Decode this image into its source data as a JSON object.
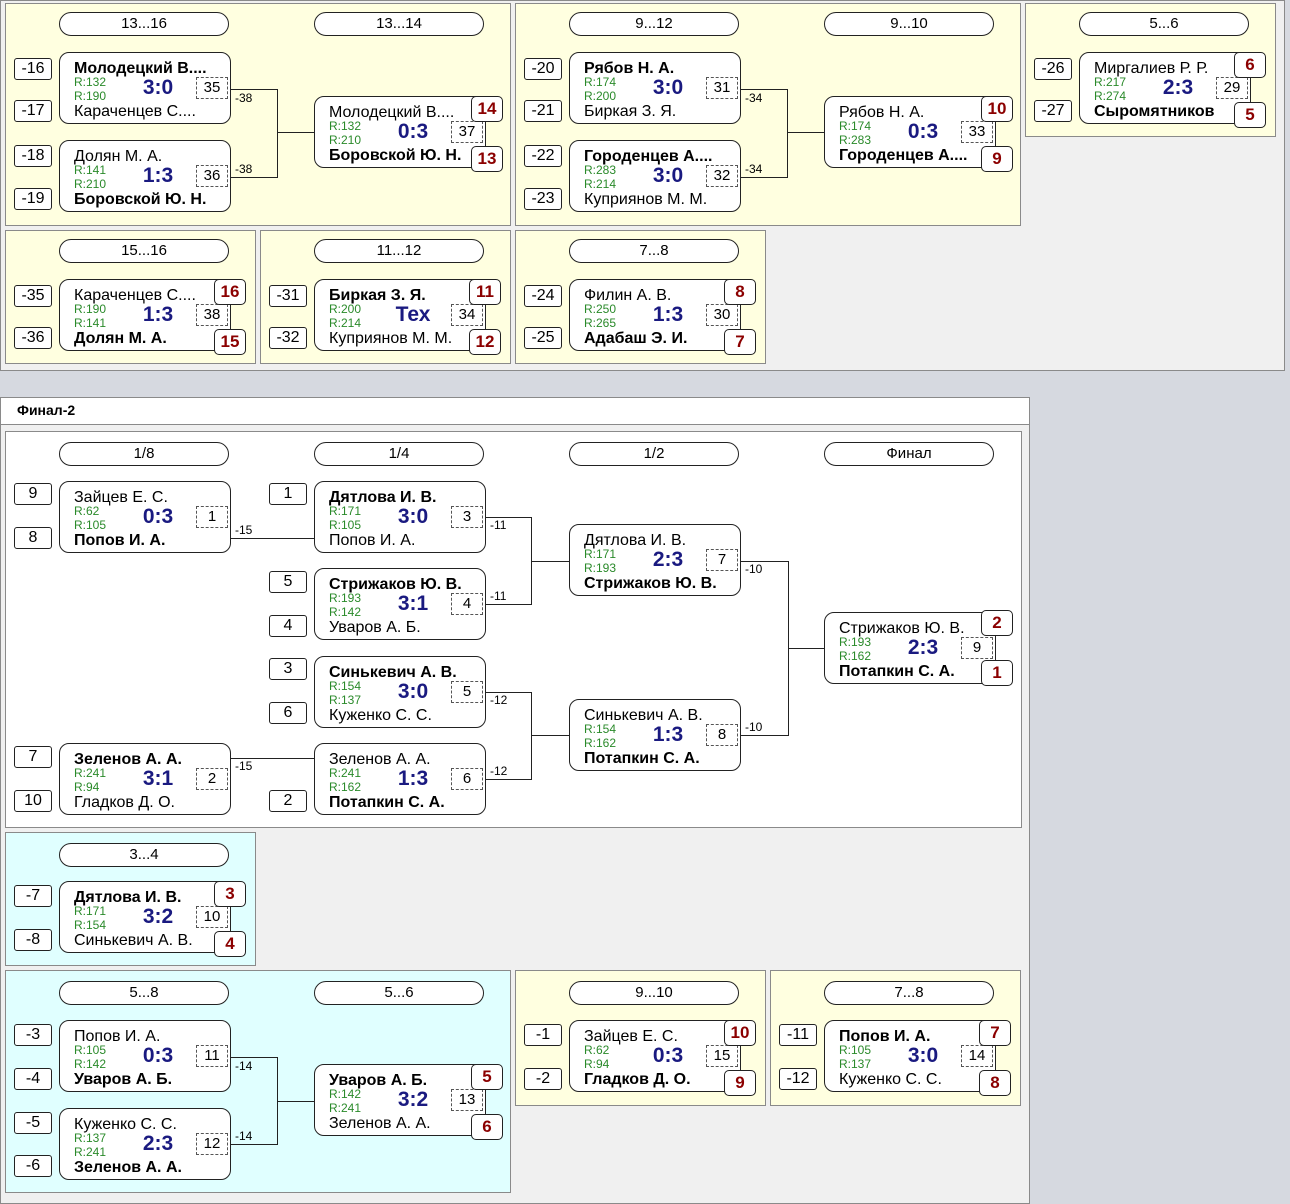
{
  "section_title": "Финал-2",
  "headers": {
    "h13_16": "13...16",
    "h13_14": "13...14",
    "h9_12": "9...12",
    "h9_10a": "9...10",
    "h5_6a": "5...6",
    "h15_16": "15...16",
    "h11_12": "11...12",
    "h7_8a": "7...8",
    "h1_8": "1/8",
    "h1_4": "1/4",
    "h1_2": "1/2",
    "hfinal": "Финал",
    "h3_4": "3...4",
    "h5_8": "5...8",
    "h5_6b": "5...6",
    "h9_10b": "9...10",
    "h7_8b": "7...8"
  },
  "matches": [
    {
      "p1": "Молодецкий В....",
      "p2": "Караченцев С....",
      "r1": "R:132",
      "r2": "R:190",
      "score": "3:0",
      "num": "35"
    },
    {
      "p1": "Долян М. А.",
      "p2": "Боровской Ю. Н.",
      "r1": "R:141",
      "r2": "R:210",
      "score": "1:3",
      "num": "36"
    },
    {
      "p1": "Молодецкий В....",
      "p2": "Боровской Ю. Н.",
      "r1": "R:132",
      "r2": "R:210",
      "score": "0:3",
      "num": "37"
    },
    {
      "p1": "Рябов Н. А.",
      "p2": "Биркая З. Я.",
      "r1": "R:174",
      "r2": "R:200",
      "score": "3:0",
      "num": "31"
    },
    {
      "p1": "Городенцев А....",
      "p2": "Куприянов М. М.",
      "r1": "R:283",
      "r2": "R:214",
      "score": "3:0",
      "num": "32"
    },
    {
      "p1": "Рябов Н. А.",
      "p2": "Городенцев А....",
      "r1": "R:174",
      "r2": "R:283",
      "score": "0:3",
      "num": "33"
    },
    {
      "p1": "Миргалиев Р. Р.",
      "p2": "Сыромятников",
      "r1": "R:217",
      "r2": "R:274",
      "score": "2:3",
      "num": "29"
    },
    {
      "p1": "Караченцев С....",
      "p2": "Долян М. А.",
      "r1": "R:190",
      "r2": "R:141",
      "score": "1:3",
      "num": "38"
    },
    {
      "p1": "Биркая З. Я.",
      "p2": "Куприянов М. М.",
      "r1": "R:200",
      "r2": "R:214",
      "score": "Тех",
      "num": "34"
    },
    {
      "p1": "Филин А. В.",
      "p2": "Адабаш Э. И.",
      "r1": "R:250",
      "r2": "R:265",
      "score": "1:3",
      "num": "30"
    },
    {
      "p1": "Зайцев Е. С.",
      "p2": "Попов И. А.",
      "r1": "R:62",
      "r2": "R:105",
      "score": "0:3",
      "num": "1"
    },
    {
      "p1": "Дятлова И. В.",
      "p2": "Попов И. А.",
      "r1": "R:171",
      "r2": "R:105",
      "score": "3:0",
      "num": "3"
    },
    {
      "p1": "Стрижаков Ю. В.",
      "p2": "Уваров А. Б.",
      "r1": "R:193",
      "r2": "R:142",
      "score": "3:1",
      "num": "4"
    },
    {
      "p1": "Синькевич А. В.",
      "p2": "Куженко С. С.",
      "r1": "R:154",
      "r2": "R:137",
      "score": "3:0",
      "num": "5"
    },
    {
      "p1": "Зеленов А. А.",
      "p2": "Гладков Д. О.",
      "r1": "R:241",
      "r2": "R:94",
      "score": "3:1",
      "num": "2"
    },
    {
      "p1": "Зеленов А. А.",
      "p2": "Потапкин С. А.",
      "r1": "R:241",
      "r2": "R:162",
      "score": "1:3",
      "num": "6"
    },
    {
      "p1": "Дятлова И. В.",
      "p2": "Стрижаков Ю. В.",
      "r1": "R:171",
      "r2": "R:193",
      "score": "2:3",
      "num": "7"
    },
    {
      "p1": "Синькевич А. В.",
      "p2": "Потапкин С. А.",
      "r1": "R:154",
      "r2": "R:162",
      "score": "1:3",
      "num": "8"
    },
    {
      "p1": "Стрижаков Ю. В.",
      "p2": "Потапкин С. А.",
      "r1": "R:193",
      "r2": "R:162",
      "score": "2:3",
      "num": "9"
    },
    {
      "p1": "Дятлова И. В.",
      "p2": "Синькевич А. В.",
      "r1": "R:171",
      "r2": "R:154",
      "score": "3:2",
      "num": "10"
    },
    {
      "p1": "Попов И. А.",
      "p2": "Уваров А. Б.",
      "r1": "R:105",
      "r2": "R:142",
      "score": "0:3",
      "num": "11"
    },
    {
      "p1": "Куженко С. С.",
      "p2": "Зеленов А. А.",
      "r1": "R:137",
      "r2": "R:241",
      "score": "2:3",
      "num": "12"
    },
    {
      "p1": "Уваров А. Б.",
      "p2": "Зеленов А. А.",
      "r1": "R:142",
      "r2": "R:241",
      "score": "3:2",
      "num": "13"
    },
    {
      "p1": "Зайцев Е. С.",
      "p2": "Гладков Д. О.",
      "r1": "R:62",
      "r2": "R:94",
      "score": "0:3",
      "num": "15"
    },
    {
      "p1": "Попов И. А.",
      "p2": "Куженко С. С.",
      "r1": "R:105",
      "r2": "R:137",
      "score": "3:0",
      "num": "14"
    }
  ],
  "seeds": [
    "-16",
    "-17",
    "-18",
    "-19",
    "-20",
    "-21",
    "-22",
    "-23",
    "-26",
    "-27",
    "-35",
    "-36",
    "-31",
    "-32",
    "-24",
    "-25",
    "9",
    "8",
    "1",
    "5",
    "4",
    "3",
    "6",
    "7",
    "10",
    "2",
    "-7",
    "-8",
    "-3",
    "-4",
    "-5",
    "-6",
    "-1",
    "-2",
    "-11",
    "-12"
  ],
  "places": [
    "14",
    "13",
    "10",
    "9",
    "6",
    "5",
    "16",
    "15",
    "11",
    "12",
    "8",
    "7",
    "2",
    "1",
    "3",
    "4",
    "5",
    "6",
    "10",
    "9",
    "7",
    "8"
  ],
  "link_labels": [
    "-38",
    "-38",
    "-34",
    "-34",
    "-15",
    "-11",
    "-11",
    "-12",
    "-12",
    "-15",
    "-10",
    "-10",
    "-14",
    "-14"
  ]
}
